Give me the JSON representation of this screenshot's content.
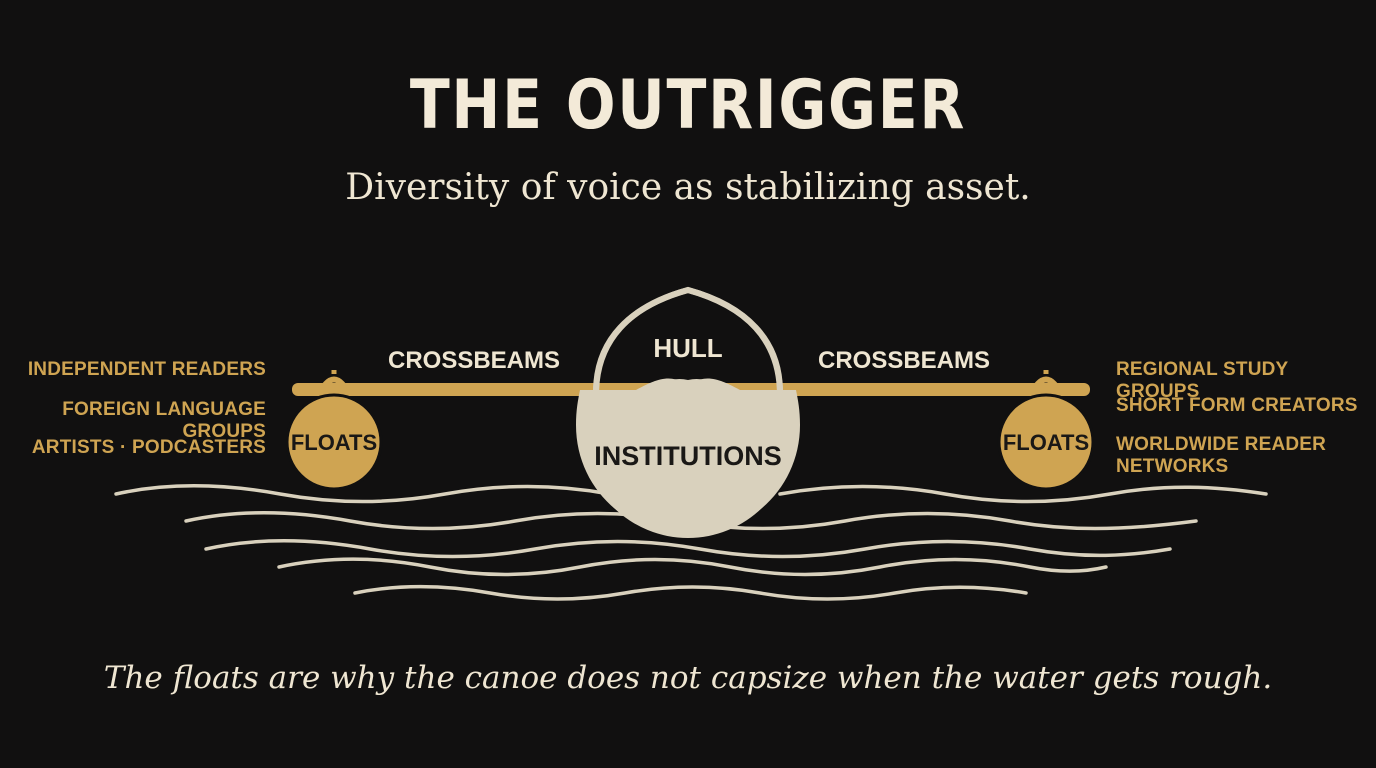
{
  "title": "THE OUTRIGGER",
  "subtitle": "Diversity of voice as stabilizing asset.",
  "hull_label": "HULL",
  "institutions_label": "INSTITUTIONS",
  "crossbeams_left": "CROSSBEAMS",
  "crossbeams_right": "CROSSBEAMS",
  "float_left": "FLOATS",
  "float_right": "FLOATS",
  "left_list": [
    "INDEPENDENT READERS",
    "FOREIGN LANGUAGE GROUPS",
    "ARTISTS · PODCASTERS"
  ],
  "right_list": [
    "REGIONAL STUDY GROUPS",
    "SHORT FORM CREATORS",
    "WORLDWIDE READER",
    "NETWORKS"
  ],
  "caption": "The floats are why the canoe does not capsize when the water gets rough.",
  "colors": {
    "background": "#111010",
    "gold": "#cfa452",
    "cream": "#efe6d2",
    "hull_fill": "#d9d1bd"
  }
}
